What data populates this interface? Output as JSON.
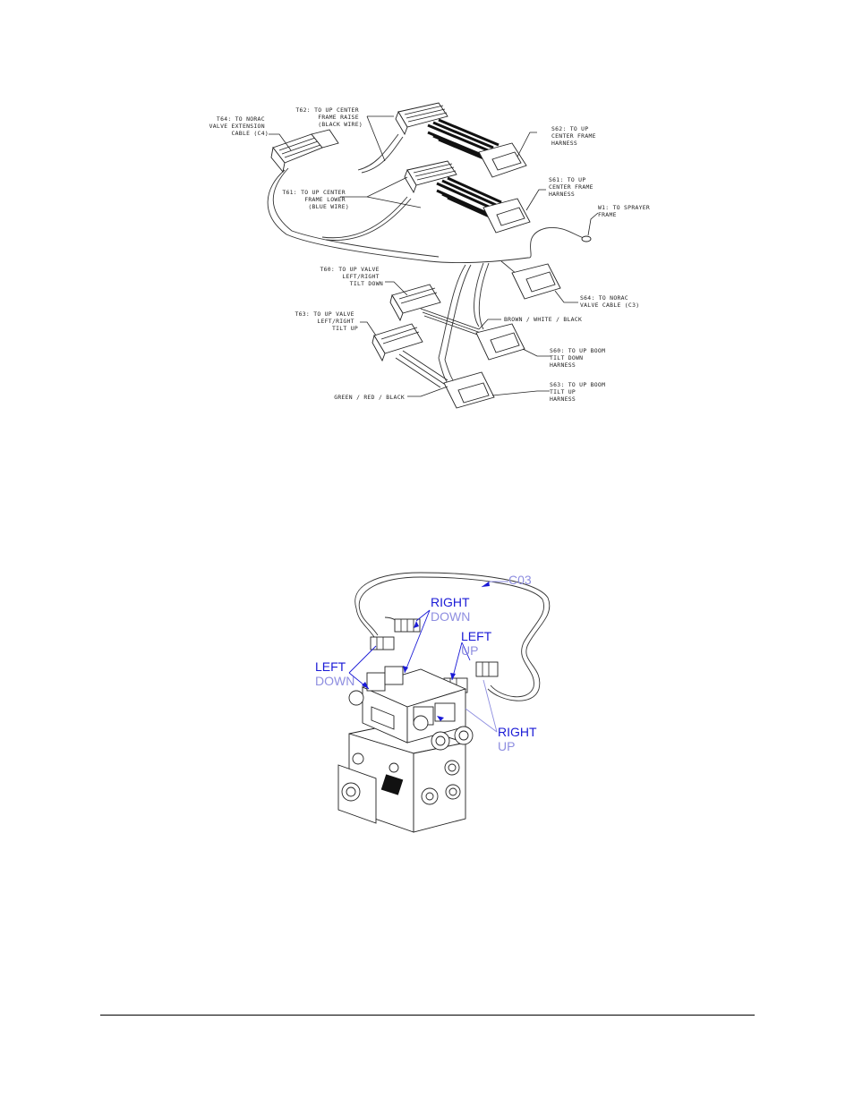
{
  "harness_diagram": {
    "labels": {
      "t64": [
        "T64: TO NORAC",
        "VALVE EXTENSION",
        "CABLE (C4)"
      ],
      "t62": [
        "T62: TO UP CENTER",
        "FRAME RAISE",
        "(BLACK WIRE)"
      ],
      "t61": [
        "T61: TO UP CENTER",
        "FRAME LOWER",
        "(BLUE WIRE)"
      ],
      "s62": [
        "S62: TO UP",
        "CENTER FRAME",
        "HARNESS"
      ],
      "s61": [
        "S61: TO UP",
        "CENTER FRAME",
        "HARNESS"
      ],
      "w1": [
        "W1: TO SPRAYER",
        "FRAME"
      ],
      "t60": [
        "T60: TO UP VALVE",
        "LEFT/RIGHT",
        "TILT DOWN"
      ],
      "t63": [
        "T63: TO UP VALVE",
        "LEFT/RIGHT",
        "TILT UP"
      ],
      "s64": [
        "S64: TO NORAC",
        "VALVE CABLE (C3)"
      ],
      "brown": "BROWN / WHITE / BLACK",
      "s60": [
        "S60: TO UP BOOM",
        "TILT DOWN",
        "HARNESS"
      ],
      "s63": [
        "S63: TO UP BOOM",
        "TILT UP",
        "HARNESS"
      ],
      "green": "GREEN / RED / BLACK"
    }
  },
  "valve_diagram": {
    "c03": "C03",
    "right_down": [
      "RIGHT",
      "DOWN"
    ],
    "left_up": [
      "LEFT",
      "UP"
    ],
    "left_down": [
      "LEFT",
      "DOWN"
    ],
    "right_up": [
      "RIGHT",
      "UP"
    ]
  },
  "colors": {
    "callout_dark": "#1a1ad6",
    "callout_light": "#8e8ee0"
  }
}
